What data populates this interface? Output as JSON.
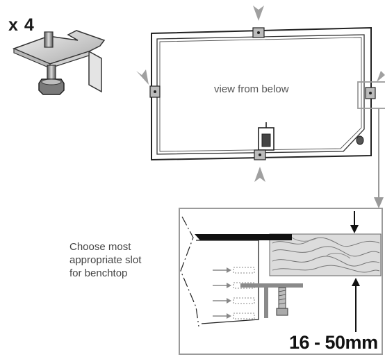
{
  "labels": {
    "quantity": "x 4",
    "view_caption": "view from below",
    "slot_instruction": "Choose most\nappropriate slot\nfor benchtop",
    "thickness_range": "16 - 50mm"
  },
  "colors": {
    "line": "#333333",
    "arrow_gray": "#9a9a9a",
    "wood_fill": "#dcdcdc",
    "clamp_metal": "#c8c8c8"
  }
}
